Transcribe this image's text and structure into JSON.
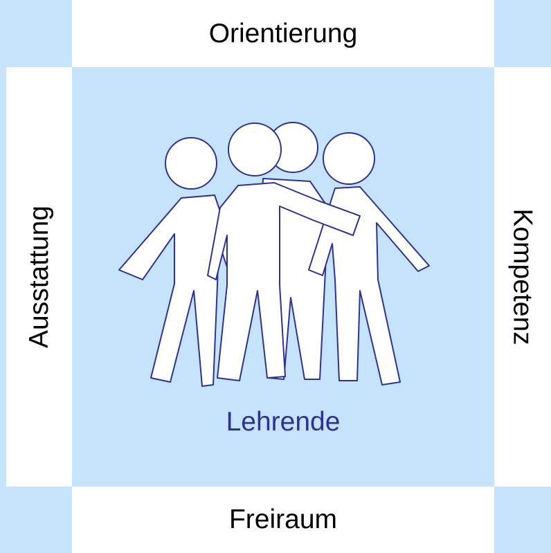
{
  "labels": {
    "top": "Orientierung",
    "bottom": "Freiraum",
    "left": "Ausstattung",
    "right": "Kompetenz",
    "center": "Lehrende"
  },
  "colors": {
    "background": "#c5e3fb",
    "bar": "#ffffff",
    "text": "#000000",
    "center_text": "#2e3192",
    "figure_stroke": "#2e3192",
    "figure_fill": "#ffffff"
  },
  "figure_icon": "group-of-people-icon"
}
